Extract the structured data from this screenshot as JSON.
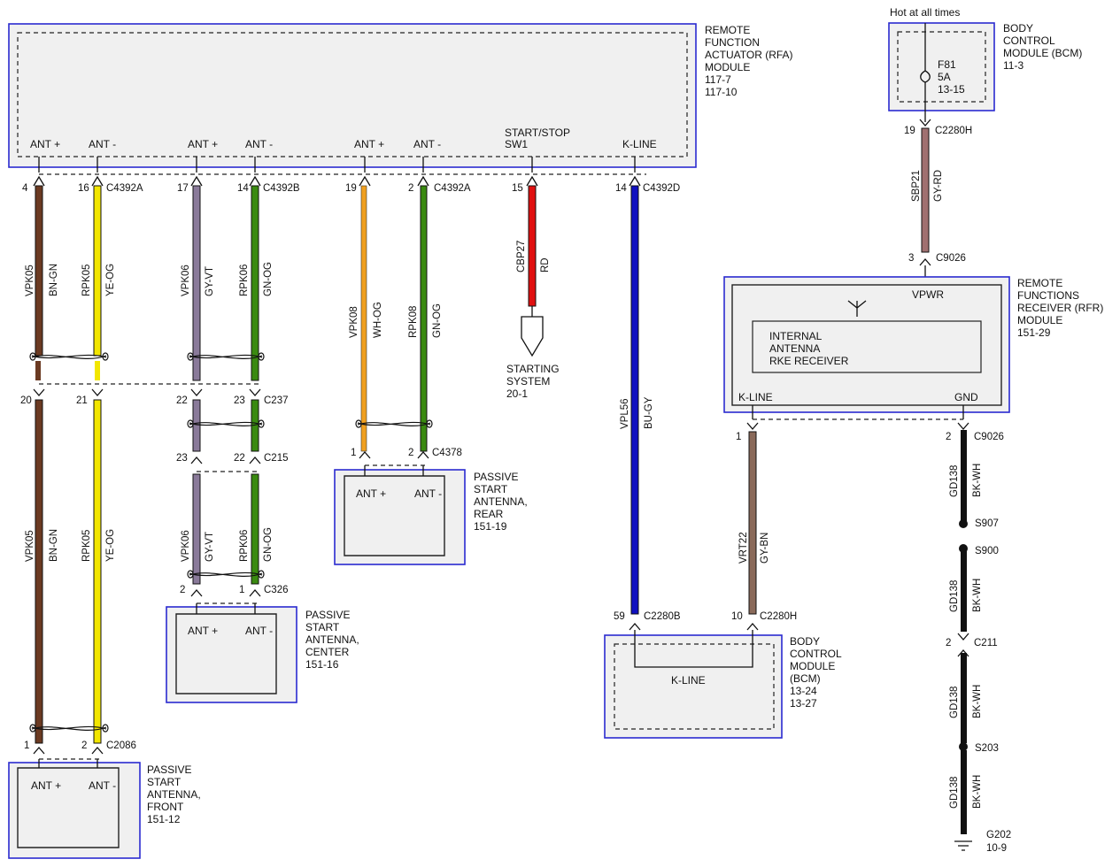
{
  "modules": {
    "rfa": {
      "lines": [
        "REMOTE",
        "FUNCTION",
        "ACTUATOR (RFA)",
        "MODULE",
        "117-7",
        "117-10"
      ],
      "pins": [
        "ANT +",
        "ANT -",
        "ANT +",
        "ANT -",
        "ANT +",
        "ANT -",
        "START/STOP",
        "SW1",
        "K-LINE"
      ]
    },
    "bcm_top": {
      "header": "Hot at all times",
      "lines": [
        "BODY",
        "CONTROL",
        "MODULE (BCM)",
        "11-3"
      ],
      "fuse": [
        "F81",
        "5A",
        "13-15"
      ]
    },
    "rfr": {
      "lines": [
        "REMOTE",
        "FUNCTIONS",
        "RECEIVER (RFR)",
        "MODULE",
        "151-29"
      ],
      "vpwr": "VPWR",
      "inner": [
        "INTERNAL",
        "ANTENNA",
        "RKE RECEIVER"
      ],
      "kline": "K-LINE",
      "gnd": "GND"
    },
    "bcm_bottom": {
      "lines": [
        "BODY",
        "CONTROL",
        "MODULE",
        "(BCM)",
        "13-24",
        "13-27"
      ],
      "kline": "K-LINE"
    },
    "ant_front": {
      "lines": [
        "PASSIVE",
        "START",
        "ANTENNA,",
        "FRONT",
        "151-12"
      ],
      "pins": [
        "ANT +",
        "ANT -"
      ]
    },
    "ant_center": {
      "lines": [
        "PASSIVE",
        "START",
        "ANTENNA,",
        "CENTER",
        "151-16"
      ],
      "pins": [
        "ANT +",
        "ANT -"
      ]
    },
    "ant_rear": {
      "lines": [
        "PASSIVE",
        "START",
        "ANTENNA,",
        "REAR",
        "151-19"
      ],
      "pins": [
        "ANT +",
        "ANT -"
      ]
    },
    "starting": {
      "lines": [
        "STARTING",
        "SYSTEM",
        "20-1"
      ]
    }
  },
  "connectors": {
    "c4392a_1": "C4392A",
    "c4392b": "C4392B",
    "c4392a_2": "C4392A",
    "c4392d": "C4392D",
    "c237": "C237",
    "c215": "C215",
    "c326": "C326",
    "c2086": "C2086",
    "c4378": "C4378",
    "c2280b": "C2280B",
    "c2280h_1": "C2280H",
    "c2280h_2": "C2280H",
    "c9026_1": "C9026",
    "c9026_2": "C9026",
    "c211": "C211",
    "s907": "S907",
    "s900": "S900",
    "s203": "S203",
    "g202": "G202",
    "g202_ref": "10-9"
  },
  "pin_numbers": {
    "p4": "4",
    "p16": "16",
    "p17": "17",
    "p14": "14",
    "p19": "19",
    "p2": "2",
    "p15": "15",
    "p14d": "14",
    "p20": "20",
    "p21": "21",
    "p22": "22",
    "p23": "23",
    "p23b": "23",
    "p22b": "22",
    "p2c": "2",
    "p1c": "1",
    "p1f": "1",
    "p2f": "2",
    "p1r": "1",
    "p2r": "2",
    "p59": "59",
    "p10": "10",
    "p1k": "1",
    "p2g": "2",
    "p2c211": "2",
    "p19h": "19",
    "p3": "3"
  },
  "wires": {
    "vpk05": "VPK05",
    "bn_gn": "BN-GN",
    "rpk05": "RPK05",
    "ye_og": "YE-OG",
    "vpk06": "VPK06",
    "gy_vt": "GY-VT",
    "rpk06": "RPK06",
    "gn_og": "GN-OG",
    "vpk08": "VPK08",
    "wh_og": "WH-OG",
    "rpk08": "RPK08",
    "gn_og2": "GN-OG",
    "cbp27": "CBP27",
    "rd": "RD",
    "vpl56": "VPL56",
    "bu_gy": "BU-GY",
    "vrt22": "VRT22",
    "gy_bn": "GY-BN",
    "sbp21": "SBP21",
    "gy_rd": "GY-RD",
    "gd138": "GD138",
    "bk_wh": "BK-WH"
  },
  "colors": {
    "brown": "#6b3a22",
    "yellow": "#f2e600",
    "grayviolet": "#8a7a9a",
    "green": "#3a8a10",
    "orange": "#f0a020",
    "red": "#e01010",
    "blue": "#1010c0",
    "graybrown": "#8a6a5a",
    "grayred": "#a07070",
    "black": "#111111"
  }
}
